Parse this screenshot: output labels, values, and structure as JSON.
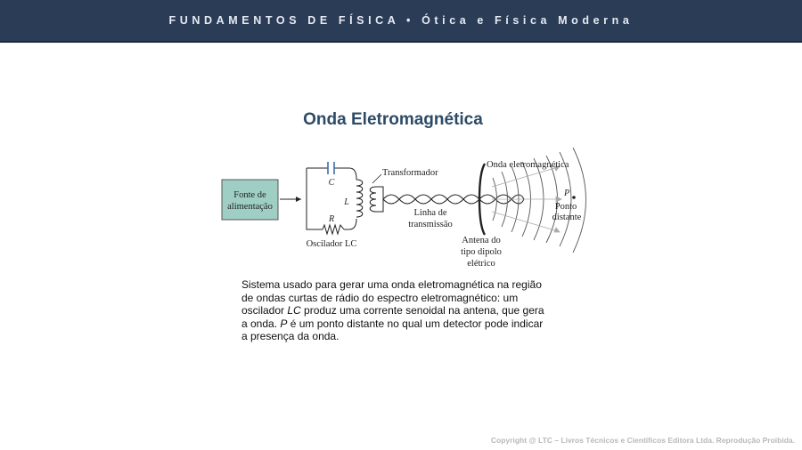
{
  "header": {
    "text": "FUNDAMENTOS DE FÍSICA • Ótica e Física Moderna"
  },
  "slide": {
    "title": "Onda Eletromagnética"
  },
  "diagram": {
    "power_source_line1": "Fonte de",
    "power_source_line2": "alimentação",
    "capacitor_label": "C",
    "inductor_label": "L",
    "resistor_label": "R",
    "oscillator_label": "Oscilador LC",
    "transformer_label": "Transformador",
    "transmission_line1": "Linha de",
    "transmission_line2": "transmissão",
    "antenna_line1": "Antena do",
    "antenna_line2": "tipo dipolo",
    "antenna_line3": "elétrico",
    "wave_label": "Onda eletromagnética",
    "point_label": "P",
    "point_desc1": "Ponto",
    "point_desc2": "distante",
    "box_color": "#9fcfc4"
  },
  "caption": {
    "part1": "Sistema usado para gerar uma onda eletromagnética na região de ondas curtas de rádio do espectro eletromagnético: um oscilador ",
    "lc": "LC",
    "part2": " produz uma corrente senoidal na antena, que gera a onda. ",
    "p": "P",
    "part3": " é um ponto distante no qual um detector pode indicar a presença da onda."
  },
  "footer": {
    "copyright": "Copyright @ LTC – Livros Técnicos e Científicos Editora Ltda. Reprodução Proibida."
  }
}
